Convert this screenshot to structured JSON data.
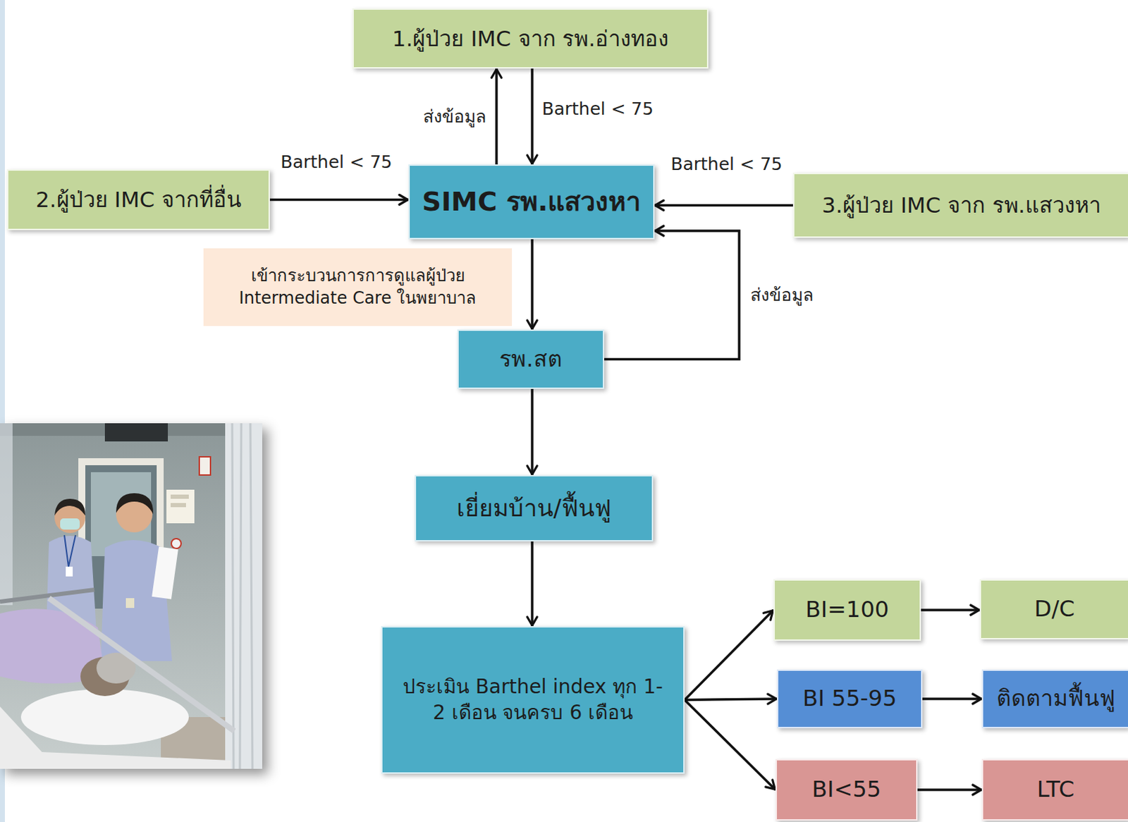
{
  "diagram": {
    "nodes": [
      {
        "text": [
          "1.ผู้ป่วย IMC จาก รพ.อ่างทอง"
        ]
      },
      {
        "text": [
          "2.ผู้ป่วย IMC จากที่อื่น"
        ]
      },
      {
        "text": [
          "SIMC รพ.แสวงหา"
        ]
      },
      {
        "text": [
          "3.ผู้ป่วย IMC จาก รพ.แสวงหา"
        ]
      },
      {
        "text": [
          "เข้ากระบวนการการดูแลผู้ป่วย Intermediate Care ในพยาบาล"
        ]
      },
      {
        "text": [
          "รพ.สต"
        ]
      },
      {
        "text": [
          "เยี่ยมบ้าน/ฟื้นฟู"
        ]
      },
      {
        "text": [
          "ประเมิน Barthel index ทุก 1-2 เดือน จนครบ 6 เดือน"
        ]
      },
      {
        "text": [
          "BI=100"
        ]
      },
      {
        "text": [
          "D/C"
        ]
      },
      {
        "text": [
          "BI 55-95"
        ]
      },
      {
        "text": [
          "ติดตามฟื้นฟู"
        ]
      },
      {
        "text": [
          "BI<55"
        ]
      },
      {
        "text": [
          "LTC"
        ]
      }
    ],
    "edges": [
      {
        "from": 2,
        "to": 0,
        "label": "ส่งข้อมูล",
        "arrow": "to"
      },
      {
        "from": 0,
        "to": 2,
        "label": "Barthel < 75",
        "arrow": "to"
      },
      {
        "from": 1,
        "to": 2,
        "label": "Barthel < 75",
        "arrow": "to"
      },
      {
        "from": 3,
        "to": 2,
        "label": "Barthel < 75",
        "arrow": "to"
      },
      {
        "from": 2,
        "to": 5,
        "arrow": "to"
      },
      {
        "from": 5,
        "to": 2,
        "label": "ส่งข้อมูล",
        "arrow": "to"
      },
      {
        "from": 5,
        "to": 6,
        "arrow": "to"
      },
      {
        "from": 6,
        "to": 7,
        "arrow": "to"
      },
      {
        "from": 7,
        "to": 8,
        "arrow": "to"
      },
      {
        "from": 7,
        "to": 10,
        "arrow": "to"
      },
      {
        "from": 7,
        "to": 12,
        "arrow": "to"
      },
      {
        "from": 8,
        "to": 9,
        "arrow": "to"
      },
      {
        "from": 10,
        "to": 11,
        "arrow": "to"
      },
      {
        "from": 12,
        "to": 13,
        "arrow": "to"
      }
    ]
  }
}
